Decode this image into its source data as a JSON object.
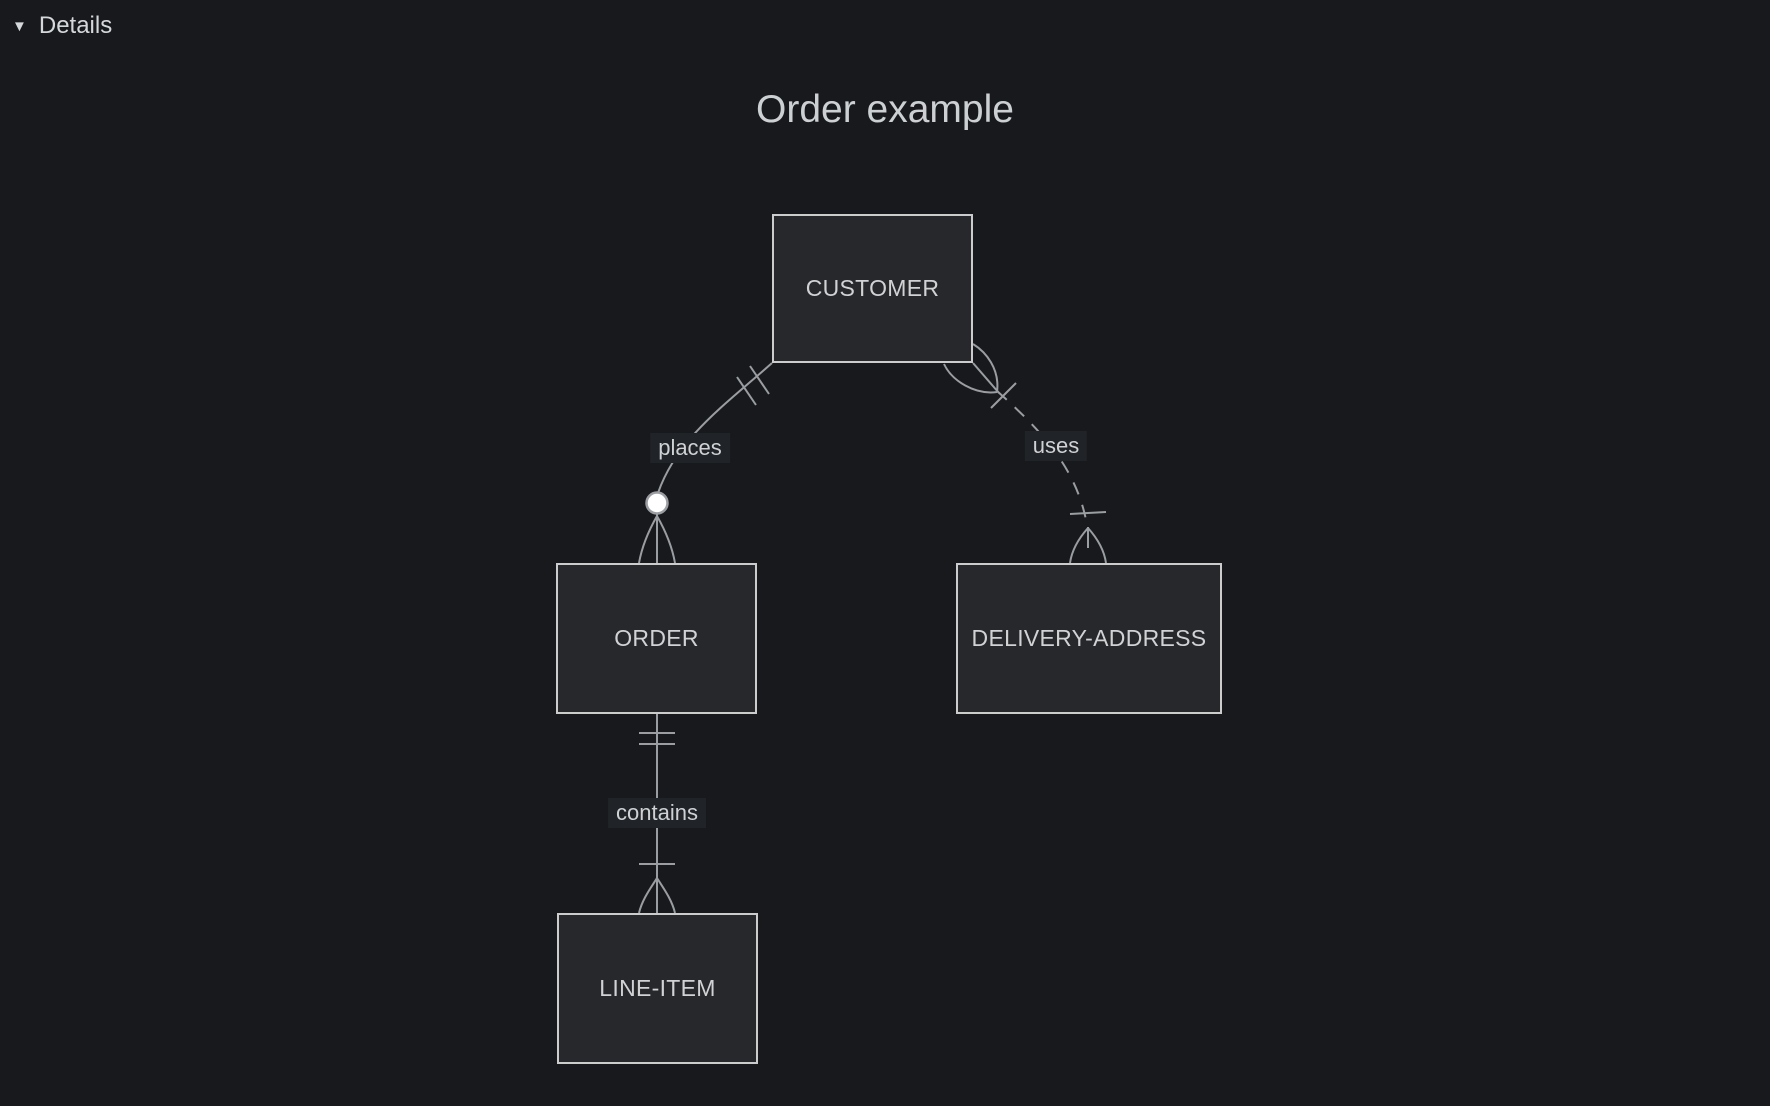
{
  "details": {
    "label": "Details",
    "state": "expanded",
    "collapse_icon": "▼"
  },
  "diagram": {
    "title": "Order example",
    "type": "entity-relationship",
    "entities": [
      {
        "id": "customer",
        "label": "CUSTOMER"
      },
      {
        "id": "order",
        "label": "ORDER"
      },
      {
        "id": "delivery-address",
        "label": "DELIVERY-ADDRESS"
      },
      {
        "id": "line-item",
        "label": "LINE-ITEM"
      }
    ],
    "relationships": [
      {
        "from": "CUSTOMER",
        "to": "ORDER",
        "label": "places",
        "from_cardinality": "exactly-one",
        "to_cardinality": "zero-or-many",
        "line": "solid"
      },
      {
        "from": "ORDER",
        "to": "LINE-ITEM",
        "label": "contains",
        "from_cardinality": "exactly-one",
        "to_cardinality": "one-or-many",
        "line": "solid"
      },
      {
        "from": "CUSTOMER",
        "to": "DELIVERY-ADDRESS",
        "label": "uses",
        "from_cardinality": "one-or-many",
        "to_cardinality": "one-or-many",
        "line": "dashed"
      }
    ]
  },
  "theme": {
    "page-bg": "#17191c",
    "entity-fill": "#26282b",
    "entity-border": "#cccccc",
    "entity-text": "#d0d2d4",
    "line-color": "#9a9da1",
    "label-bg": "#202327",
    "label-text": "#cfd1d4",
    "title-color": "#cdd0d3",
    "details-color": "#d5d8db",
    "zero-marker-fill": "#ffffff"
  }
}
